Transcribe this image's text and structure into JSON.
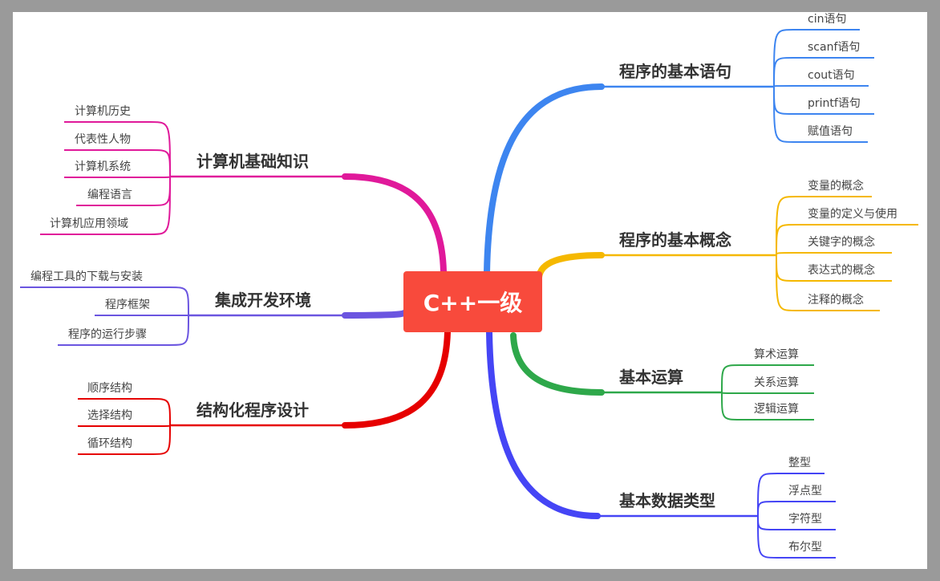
{
  "center": {
    "label": "C++一级",
    "color": "#f84a3c"
  },
  "right_branches": [
    {
      "label": "程序的基本语句",
      "color": "#3d85f0",
      "children": [
        "cin语句",
        "scanf语句",
        "cout语句",
        "printf语句",
        "赋值语句"
      ]
    },
    {
      "label": "程序的基本概念",
      "color": "#f5b800",
      "children": [
        "变量的概念",
        "变量的定义与使用",
        "关键字的概念",
        "表达式的概念",
        "注释的概念"
      ]
    },
    {
      "label": "基本运算",
      "color": "#2ea84a",
      "children": [
        "算术运算",
        "关系运算",
        "逻辑运算"
      ]
    },
    {
      "label": "基本数据类型",
      "color": "#4545f5",
      "children": [
        "整型",
        "浮点型",
        "字符型",
        "布尔型"
      ]
    }
  ],
  "left_branches": [
    {
      "label": "计算机基础知识",
      "color": "#e0199a",
      "children": [
        "计算机历史",
        "代表性人物",
        "计算机系统",
        "编程语言",
        "计算机应用领域"
      ]
    },
    {
      "label": "集成开发环境",
      "color": "#6b55e0",
      "children": [
        "编程工具的下载与安装",
        "程序框架",
        "程序的运行步骤"
      ]
    },
    {
      "label": "结构化程序设计",
      "color": "#e60000",
      "children": [
        "顺序结构",
        "选择结构",
        "循环结构"
      ]
    }
  ]
}
